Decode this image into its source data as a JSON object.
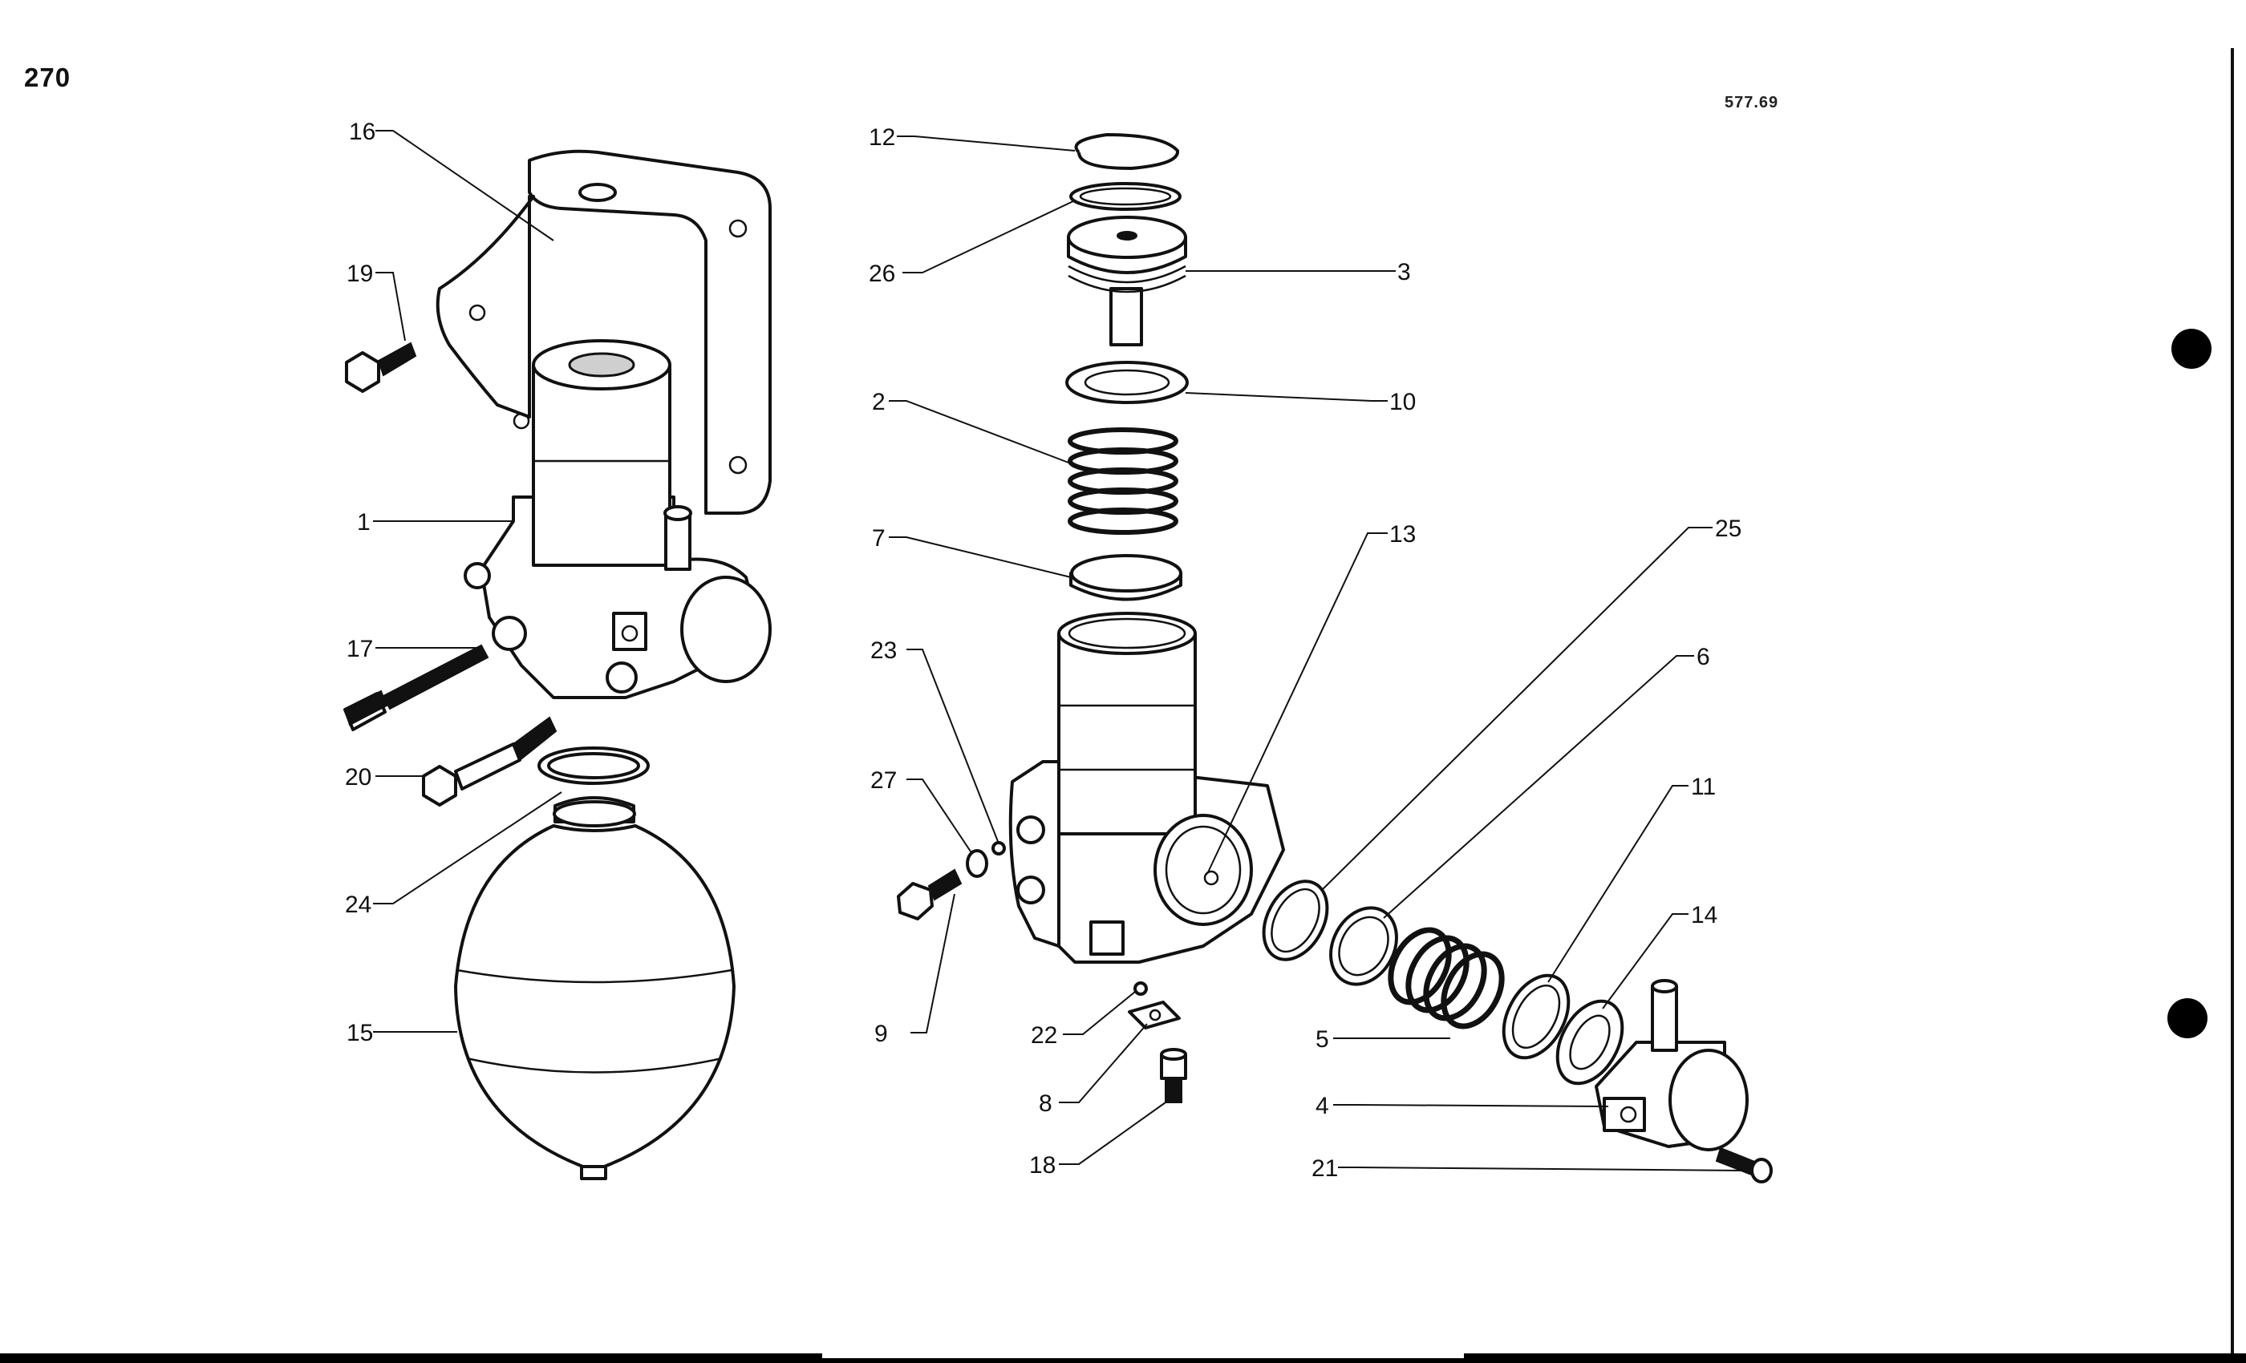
{
  "page_number": "270",
  "drawing_ref": "577.69",
  "callouts": [
    {
      "id": "c16",
      "text": "16"
    },
    {
      "id": "c19",
      "text": "19"
    },
    {
      "id": "c1",
      "text": "1"
    },
    {
      "id": "c17",
      "text": "17"
    },
    {
      "id": "c20",
      "text": "20"
    },
    {
      "id": "c24",
      "text": "24"
    },
    {
      "id": "c15",
      "text": "15"
    },
    {
      "id": "c12",
      "text": "12"
    },
    {
      "id": "c26",
      "text": "26"
    },
    {
      "id": "c3",
      "text": "3"
    },
    {
      "id": "c10",
      "text": "10"
    },
    {
      "id": "c2",
      "text": "2"
    },
    {
      "id": "c7",
      "text": "7"
    },
    {
      "id": "c13",
      "text": "13"
    },
    {
      "id": "c25",
      "text": "25"
    },
    {
      "id": "c6",
      "text": "6"
    },
    {
      "id": "c11",
      "text": "11"
    },
    {
      "id": "c14",
      "text": "14"
    },
    {
      "id": "c23",
      "text": "23"
    },
    {
      "id": "c27",
      "text": "27"
    },
    {
      "id": "c9",
      "text": "9"
    },
    {
      "id": "c22",
      "text": "22"
    },
    {
      "id": "c8",
      "text": "8"
    },
    {
      "id": "c18",
      "text": "18"
    },
    {
      "id": "c5",
      "text": "5"
    },
    {
      "id": "c4",
      "text": "4"
    },
    {
      "id": "c21",
      "text": "21"
    }
  ]
}
